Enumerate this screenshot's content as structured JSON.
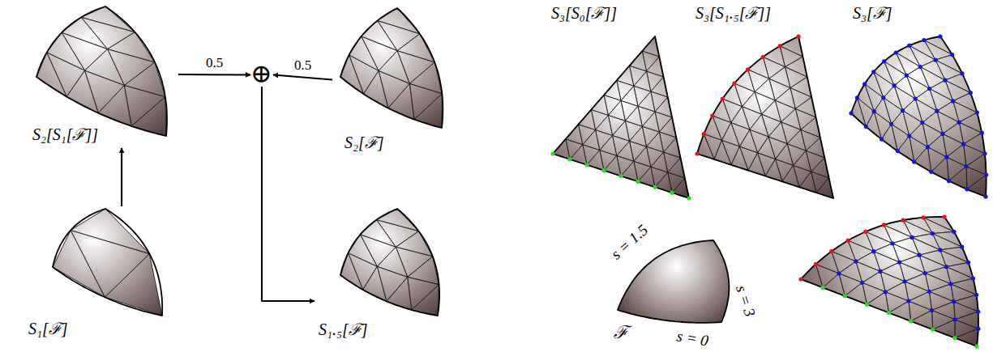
{
  "diagram": {
    "nodes": [
      {
        "text": [
          "S₁[ℱ]"
        ]
      },
      {
        "text": [
          "S₂[S₁[ℱ]]"
        ]
      },
      {
        "text": [
          "⊕"
        ]
      },
      {
        "text": [
          "S₂[ℱ]"
        ]
      },
      {
        "text": [
          "S₁.₅[ℱ]"
        ]
      },
      {
        "text": [
          "S₃[S₀[ℱ]]"
        ]
      },
      {
        "text": [
          "S₃[S₁.₅[ℱ]]"
        ]
      },
      {
        "text": [
          "S₃[ℱ]"
        ]
      },
      {
        "text": [
          "ℱ",
          "s = 1.5",
          "s = 3",
          "s = 0"
        ]
      }
    ],
    "edges": [
      {
        "from": 0,
        "to": 1,
        "arrow": "to"
      },
      {
        "from": 1,
        "to": 2,
        "label": "0.5",
        "arrow": "to"
      },
      {
        "from": 3,
        "to": 2,
        "label": "0.5",
        "arrow": "to"
      },
      {
        "from": 2,
        "to": 4,
        "arrow": "to"
      }
    ]
  }
}
